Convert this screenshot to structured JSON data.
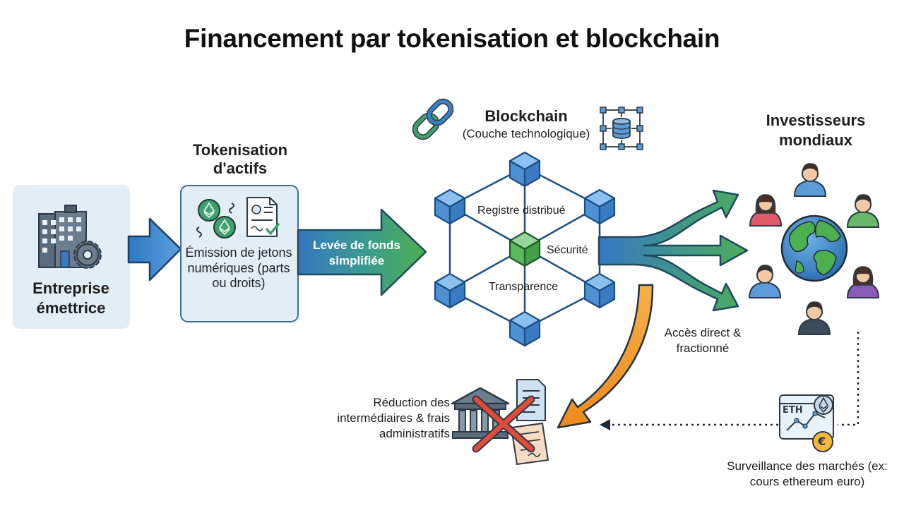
{
  "title": "Financement par tokenisation et blockchain",
  "issuer": {
    "label": "Entreprise émettrice"
  },
  "tokenization": {
    "title": "Tokenisation d'actifs",
    "description": "Émission de jetons numériques (parts ou droits)"
  },
  "fundraising_arrow": {
    "label": "Levée de fonds simplifiée"
  },
  "blockchain": {
    "title": "Blockchain",
    "subtitle": "(Couche technologique)",
    "nodes": [
      "Registre distribué",
      "Sécurité",
      "Transparence"
    ]
  },
  "investors": {
    "title": "Investisseurs mondiaux",
    "access": "Accès direct & fractionné"
  },
  "intermediaries": {
    "label": "Réduction des intermédiaires & frais administratifs"
  },
  "market_watch": {
    "label": "Surveillance des marchés (ex: cours ethereum euro)",
    "ticker": "ETH",
    "currency_symbol": "€"
  },
  "colors": {
    "blue": "#3a7fc4",
    "cube_blue": "#5b9bd8",
    "green": "#4caf50",
    "orange": "#f39a2e",
    "red": "#e04b3a",
    "panel": "#e3edf6"
  }
}
